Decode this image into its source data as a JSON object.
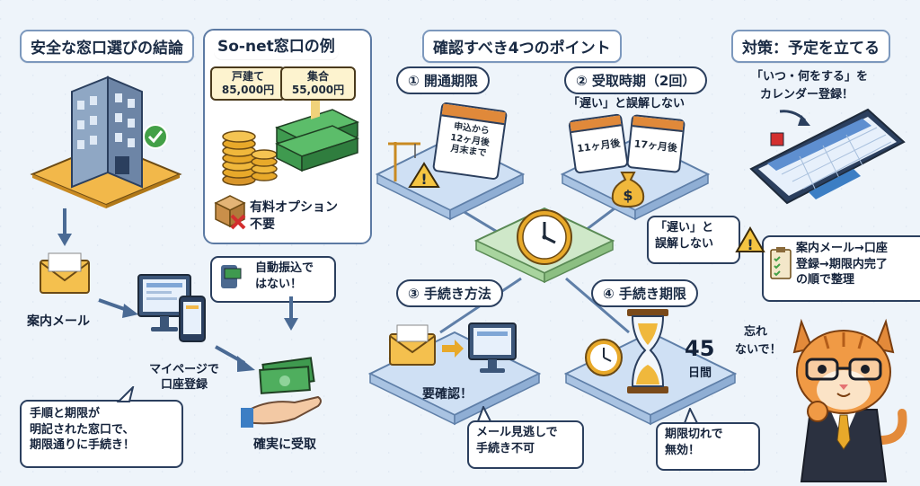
{
  "left": {
    "title": "安全な窓口選びの結論",
    "mail_label": "案内メール",
    "mypage_label_1": "マイページで",
    "mypage_label_2": "口座登録",
    "auto_transfer_1": "自動振込で",
    "auto_transfer_2": "はない！",
    "receive_label": "確実に受取",
    "advice_1": "手順と期限が",
    "advice_2": "明記された窓口で、",
    "advice_3": "期限通りに手続き！"
  },
  "sonet": {
    "title": "So-net窓口の例",
    "house_label": "戸建て",
    "house_amount": "85,000円",
    "apartment_label": "集合",
    "apartment_amount": "55,000円",
    "option_1": "有料オプション",
    "option_2": "不要"
  },
  "points": {
    "title": "確認すべき4つのポイント",
    "p1": "① 開通期限",
    "p1_calendar_1": "申込から",
    "p1_calendar_2": "12ヶ月後",
    "p1_calendar_3": "月末まで",
    "p2": "② 受取時期（2回）",
    "p2_note": "「遅い」と誤解しない",
    "p2_cal_a": "11ヶ月後",
    "p2_cal_b": "17ヶ月後",
    "p2_bubble_1": "「遅い」と",
    "p2_bubble_2": "誤解しない",
    "p3": "③ 手続き方法",
    "p3_confirm": "要確認！",
    "p3_bubble_1": "メール見逃しで",
    "p3_bubble_2": "手続き不可",
    "p4": "④ 手続き期限",
    "p4_days": "45",
    "p4_days_unit": "日間",
    "p4_bubble_1": "期限切れで",
    "p4_bubble_2": "無効！"
  },
  "plan": {
    "title": "対策：予定を立てる",
    "line_1": "「いつ・何をする」を",
    "line_2": "カレンダー登録！",
    "note_1": "案内メール→口座",
    "note_2": "登録→期限内完了",
    "note_3": "の順で整理",
    "cat_1": "忘れ",
    "cat_2": "ないで！"
  },
  "colors": {
    "accent_navy": "#2b3f5e",
    "platform_blue": "#cfe0f4",
    "platform_green": "#cfe8c9",
    "gold": "#e8a92a",
    "cash_green": "#3f9a4f"
  }
}
